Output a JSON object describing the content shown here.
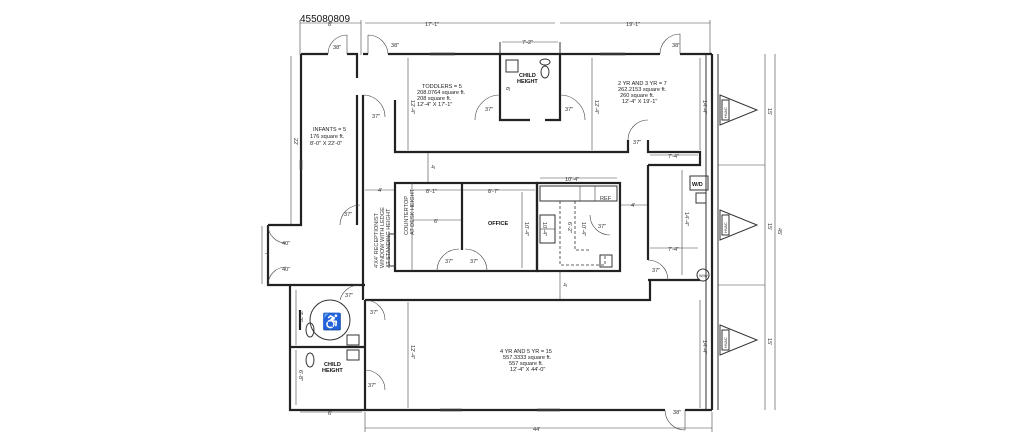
{
  "plan_id": "455080809",
  "rooms": {
    "infants": {
      "line1": "INFANTS = 5",
      "line2": "176 square ft.",
      "line3": "8'-0\" X 22'-0\""
    },
    "toddlers": {
      "line1": "TODDLERS = 5",
      "line2": "208.0764 square ft.",
      "line3": "208 square ft.",
      "line4": "12'-4\" X 17'-1\""
    },
    "two_three": {
      "line1": "2 YR AND 3 YR = 7",
      "line2": "262.2153 square ft.",
      "line3": "260 square ft.",
      "line4": "12'-4\" X 19'-1\""
    },
    "four_five": {
      "line1": "4 YR AND 5 YR = 15",
      "line2": "557.3333 square ft.",
      "line3": "557 square ft.",
      "line4": "12'-4\" X 44'-0\""
    },
    "office": {
      "label": "OFFICE"
    },
    "child_height_top": {
      "line1": "CHILD",
      "line2": "HEIGHT"
    },
    "child_height_bottom": {
      "line1": "CHILD",
      "line2": "HEIGHT"
    },
    "countertop": {
      "line1": "COUNTERTOP",
      "line2": "AT DESK HEIGHT"
    },
    "sink_note": {
      "line1": "4'X4' RECEPTIONIST",
      "line2": "WINDOW WITH LEDGE",
      "line3": "AT STANDING HEIGHT"
    },
    "ref": {
      "label": "REF"
    },
    "wd": {
      "label": "W/D"
    },
    "ww": {
      "label": "W/W"
    },
    "hvac": {
      "label": "HVAC"
    }
  },
  "dimensions": {
    "top_left": "8'",
    "top_toddlers": "17'-1\"",
    "top_bath": "7'-2\"",
    "top_two_three": "19'-1\"",
    "infants_height": "22'",
    "toddlers_height": "12'-4\"",
    "two_three_height": "12'-4\"",
    "right_upper": "14'-4\"",
    "right_lower": "14'-4\"",
    "laundry_height": "14'-4\"",
    "laundry_top": "7'-4\"",
    "laundry_bottom": "7'-4\"",
    "hall_gap": "4'",
    "hall_gap2": "4'",
    "hall_gap3": "4'",
    "hall_gap4": "4'",
    "office_left_width": "8'-1\"",
    "office_inner": "6'",
    "office_width": "8'-7\"",
    "office_height": "10'-4\"",
    "kitchen_width": "10'-4\"",
    "kitchen_h1": "10'-4\"",
    "kitchen_h2": "6'-2\"",
    "kitchen_h3": "10'-4\"",
    "entry": "7'",
    "bath_top": "7'-2\"",
    "bath_bottom": "6'-8\"",
    "bath_width": "6'",
    "four_five_height": "12'-4\"",
    "four_five_right": "14'-4\"",
    "bottom_total": "44'",
    "hvac_each": "15'",
    "total_right": "45'",
    "bath_mid": "6'"
  },
  "doors": {
    "d38": "38\"",
    "d37": "37\"",
    "d40": "40\""
  }
}
